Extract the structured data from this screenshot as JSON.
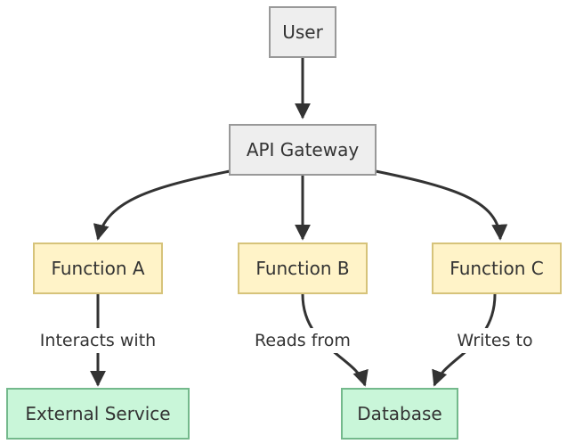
{
  "diagram": {
    "colors": {
      "neutral_fill": "#eeeeee",
      "neutral_stroke": "#999999",
      "function_fill": "#fff3c8",
      "function_stroke": "#d6c37a",
      "resource_fill": "#c9f6d9",
      "resource_stroke": "#74b98c",
      "edge": "#333333",
      "text": "#333333"
    },
    "nodes": {
      "user": {
        "label": "User"
      },
      "api_gateway": {
        "label": "API Gateway"
      },
      "function_a": {
        "label": "Function A"
      },
      "function_b": {
        "label": "Function B"
      },
      "function_c": {
        "label": "Function C"
      },
      "external_service": {
        "label": "External Service"
      },
      "database": {
        "label": "Database"
      }
    },
    "edges": [
      {
        "from": "User",
        "to": "API Gateway",
        "label": ""
      },
      {
        "from": "API Gateway",
        "to": "Function A",
        "label": ""
      },
      {
        "from": "API Gateway",
        "to": "Function B",
        "label": ""
      },
      {
        "from": "API Gateway",
        "to": "Function C",
        "label": ""
      },
      {
        "from": "Function A",
        "to": "External Service",
        "label": "Interacts with"
      },
      {
        "from": "Function B",
        "to": "Database",
        "label": "Reads from"
      },
      {
        "from": "Function C",
        "to": "Database",
        "label": "Writes to"
      }
    ]
  }
}
